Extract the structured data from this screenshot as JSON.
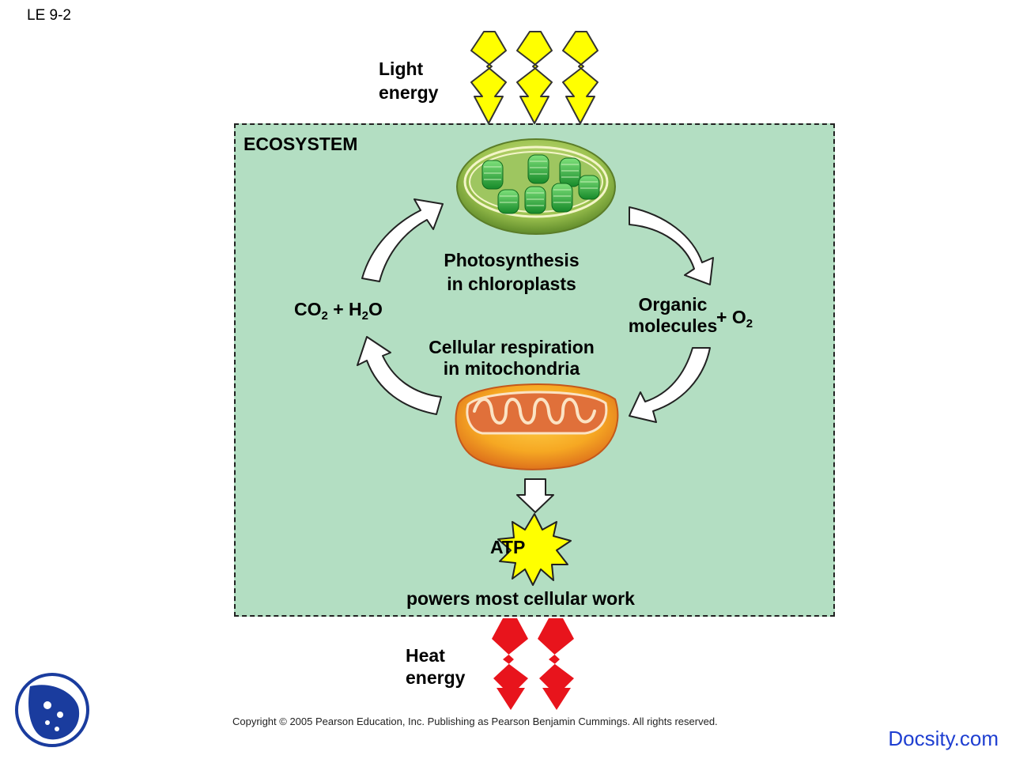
{
  "slide_label": "LE 9-2",
  "light_energy": {
    "line1": "Light",
    "line2": "energy"
  },
  "ecosystem": {
    "title": "ECOSYSTEM"
  },
  "photosynthesis": {
    "line1": "Photosynthesis",
    "line2": "in chloroplasts"
  },
  "respiration": {
    "line1": "Cellular respiration",
    "line2": "in mitochondria"
  },
  "inputs": {
    "co2": "CO",
    "sub2": "2",
    "plus": "+ H",
    "h2o_sub": "2",
    "o": "O"
  },
  "outputs": {
    "line1": "Organic",
    "line2": "molecules",
    "o2_plus": "+ O",
    "o2_sub": "2"
  },
  "atp": {
    "label": "ATP",
    "caption": "powers most cellular work"
  },
  "heat_energy": {
    "line1": "Heat",
    "line2": "energy"
  },
  "copyright": "Copyright © 2005 Pearson Education, Inc. Publishing as Pearson Benjamin Cummings. All rights reserved.",
  "brand": "Docsity.com",
  "colors": {
    "ecosystem_fill": "#b3dec2",
    "light_arrows": "#ffff00",
    "heat_arrows": "#e8141c",
    "chloroplast": "#2eae3c",
    "mitochondrion": "#f08a1f",
    "atp_star": "#ffff00",
    "brand": "#1f3fd1"
  },
  "icons": [
    "light-energy-arrow-icon",
    "heat-energy-arrow-icon",
    "chloroplast-icon",
    "mitochondrion-icon",
    "atp-burst-icon",
    "cycle-arrow-icon",
    "docsity-logo-icon"
  ]
}
